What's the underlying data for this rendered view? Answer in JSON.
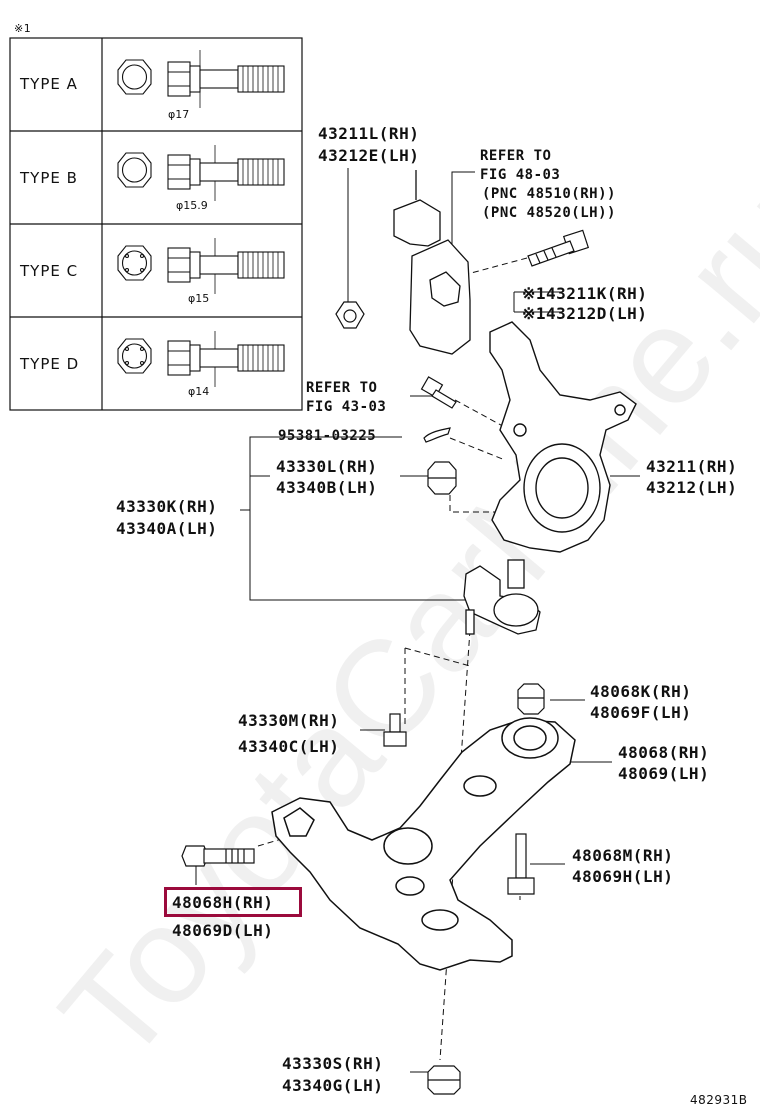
{
  "note_mark": "※1",
  "type_table": [
    {
      "label": "TYPE A",
      "diameter": "φ17"
    },
    {
      "label": "TYPE B",
      "diameter": "φ15.9"
    },
    {
      "label": "TYPE C",
      "diameter": "φ15"
    },
    {
      "label": "TYPE D",
      "diameter": "φ14"
    }
  ],
  "labels": {
    "p43211L": "43211L(RH)",
    "p43212E": "43212E(LH)",
    "refer1_a": "REFER TO",
    "refer1_b": "FIG 48-03",
    "refer1_c": "(PNC 48510(RH))",
    "refer1_d": "(PNC 48520(LH))",
    "p43211K": "※143211K(RH)",
    "p43212D": "※143212D(LH)",
    "refer2_a": "REFER TO",
    "refer2_b": "FIG 43-03",
    "p95381": "95381-03225",
    "p43330L": "43330L(RH)",
    "p43340B": "43340B(LH)",
    "p43330K": "43330K(RH)",
    "p43340A": "43340A(LH)",
    "p43211": "43211(RH)",
    "p43212": "43212(LH)",
    "p48068K": "48068K(RH)",
    "p48069F": "48069F(LH)",
    "p43330M": "43330M(RH)",
    "p43340C": "43340C(LH)",
    "p48068": "48068(RH)",
    "p48069": "48069(LH)",
    "p48068M": "48068M(RH)",
    "p48069H": "48069H(LH)",
    "p48068H": "48068H(RH)",
    "p48069D": "48069D(LH)",
    "p43330S": "43330S(RH)",
    "p43340G": "43340G(LH)",
    "fig_code": "482931B"
  },
  "watermark": "ToyotaCarMine.ru",
  "colors": {
    "highlight": "#9b0a3c",
    "line": "#111111"
  }
}
